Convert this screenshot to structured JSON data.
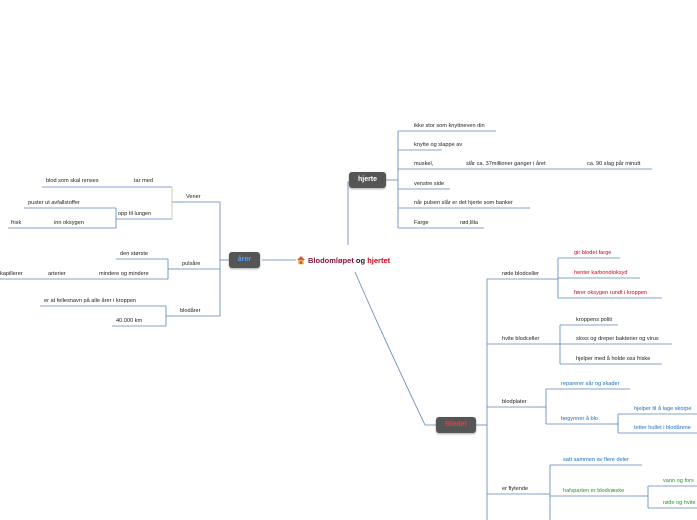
{
  "central": {
    "part1": "Blodomløpet",
    "part2": "og",
    "part3": "hjertet",
    "icon": "house-icon"
  },
  "nodes": {
    "hjerte": "hjerte",
    "arer": "årer",
    "blodet": "Blodet"
  },
  "hjerte_items": {
    "i1": "ikke stor som knyttneven din",
    "i2": "knytte og slappe av",
    "i3": "muskel,",
    "i3a": "slår ca. 37millioner ganger i året",
    "i3b": "ca. 90 slag pår minutt",
    "i4": "venstre side",
    "i5": "når pulsen slår er det hjerte som banker",
    "i6": "Farge",
    "i6a": "rød,lilla"
  },
  "arer_items": {
    "vener": "Vener",
    "tar_med": "tar med",
    "blod_rens": "blod som skal renses",
    "opp_til_lungen": "opp til lungen",
    "puster_ut": "puster ut avfallstoffer",
    "inn_oksygen": "inn oksygen",
    "frisk": "frisk",
    "pulsare": "pulsåre",
    "den_storste": "den største",
    "mindere_og_mindere": "mindere og mindere",
    "arterier": "arterier",
    "kapillerer": "kapillerer",
    "blodarer": "blodårer",
    "fellesnavn": "er at fellesnavn på alle årer i kroppen",
    "km": "40.000 km"
  },
  "blodet_items": {
    "rode": "røde blodceller",
    "r1": "gir blodet farge",
    "r2": "henter karbondioksyd",
    "r3": "fører oksygen rundt i kroppen",
    "hvite": "hvite blodceller",
    "h1": "kroppens politi",
    "h2": "sloss og dreper bakterier og virus",
    "h3": "hjelper med å holde oss friske",
    "plater": "blodplater",
    "p1": "reparerer sår og skader",
    "p2": "begynner å blo",
    "p2a": "hjelper til å lage skorpe",
    "p2b": "tetter hullet i blodårene",
    "flytende": "er flytende",
    "f1": "satt sammen av flere deler",
    "f2": "halvparten er blodvæske",
    "f2a": "vann og fors",
    "f2b": "røde og hvite"
  },
  "colors": {
    "line": "#5b86b8",
    "node_bg": "#555555",
    "red": "#d0021b",
    "blue": "#1a6fc4",
    "green": "#1a9a2c"
  }
}
